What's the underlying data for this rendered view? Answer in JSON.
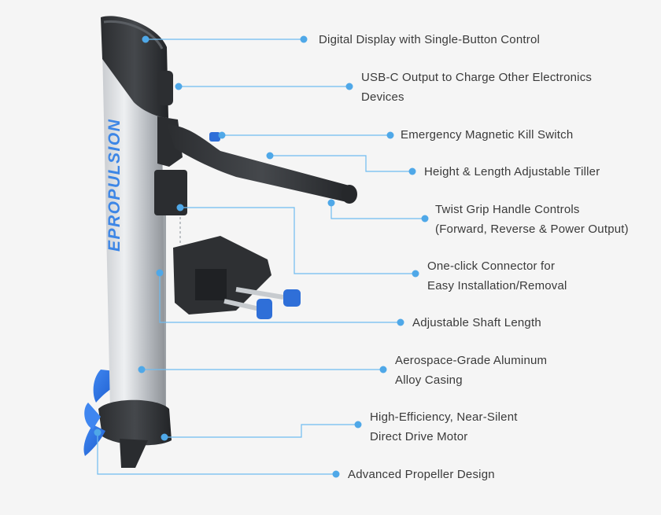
{
  "brand": {
    "logo_text": "EPROPULSION",
    "accent": "#4fa8e8",
    "part_blue": "#2f6fd8"
  },
  "callouts": [
    {
      "id": "display",
      "lines": [
        "Digital Display with Single-Button Control"
      ]
    },
    {
      "id": "usbc",
      "lines": [
        "USB-C Output to Charge Other Electronics",
        "Devices"
      ]
    },
    {
      "id": "killswitch",
      "lines": [
        "Emergency Magnetic Kill Switch"
      ]
    },
    {
      "id": "tiller",
      "lines": [
        "Height & Length Adjustable Tiller"
      ]
    },
    {
      "id": "twistgrip",
      "lines": [
        "Twist Grip Handle Controls",
        "(Forward, Reverse & Power Output)"
      ]
    },
    {
      "id": "connector",
      "lines": [
        "One-click Connector for",
        "Easy Installation/Removal"
      ]
    },
    {
      "id": "shaft",
      "lines": [
        "Adjustable Shaft Length"
      ]
    },
    {
      "id": "casing",
      "lines": [
        "Aerospace-Grade Aluminum",
        "Alloy Casing"
      ]
    },
    {
      "id": "motor",
      "lines": [
        "High-Efficiency, Near-Silent",
        "Direct Drive Motor"
      ]
    },
    {
      "id": "propeller",
      "lines": [
        "Advanced Propeller Design"
      ]
    }
  ]
}
